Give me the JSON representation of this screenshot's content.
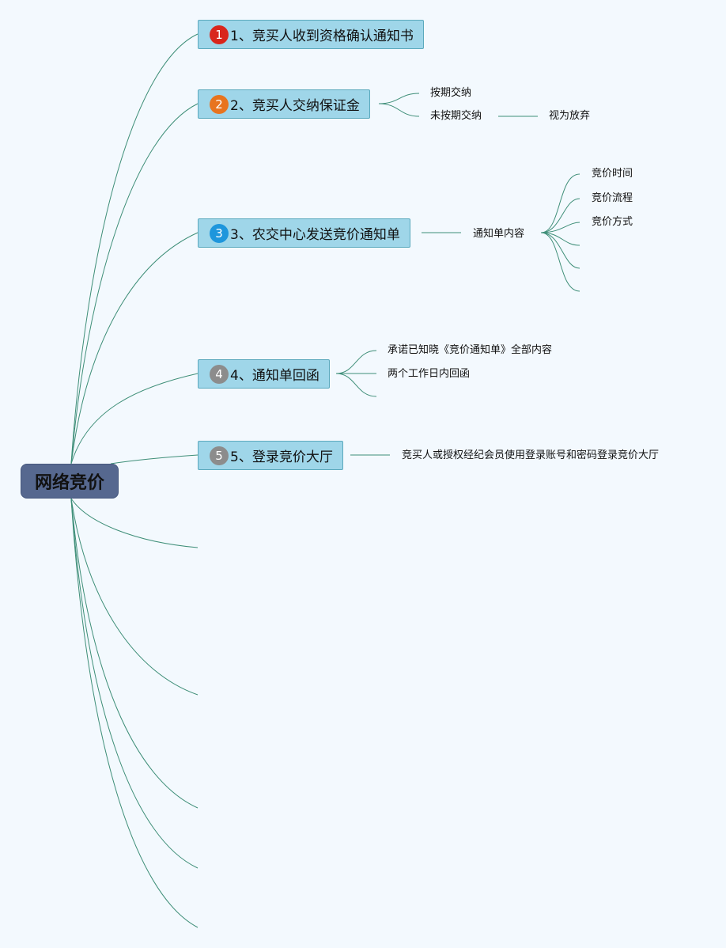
{
  "root": {
    "label": "网络竞价"
  },
  "colors": {
    "line": "#3e8e78",
    "badge_red": "#d9261c",
    "badge_orange": "#e8741e",
    "badge_blue": "#1e96dc",
    "badge_gray": "#8c8c8c"
  },
  "topics": [
    {
      "badge": "1",
      "label": "1、竞买人收到资格确认通知书"
    },
    {
      "badge": "2",
      "label": "2、竞买人交纳保证金"
    },
    {
      "badge": "3",
      "label": "3、农交中心发送竞价通知单"
    },
    {
      "badge": "4",
      "label": "4、通知单回函"
    },
    {
      "badge": "5",
      "label": "5、登录竞价大厅"
    }
  ],
  "leaves": {
    "t2_a": "按期交纳",
    "t2_b": "未按期交纳",
    "t2_b_child": "视为放弃",
    "t3_a": "通知单内容",
    "t3_a_c1": "竞价时间",
    "t3_a_c2": "竞价流程",
    "t3_a_c3": "竞价方式",
    "t4_a": "承诺已知晓《竞价通知单》全部内容",
    "t4_b": "两个工作日内回函",
    "t5_a": "竞买人或授权经纪会员使用登录账号和密码登录竞价大厅"
  }
}
